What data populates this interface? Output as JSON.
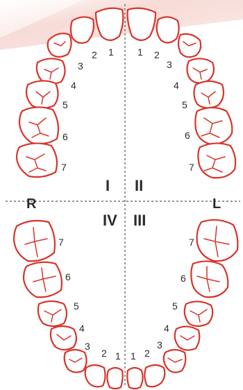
{
  "colors": {
    "outline": "#d8342a",
    "text": "#2b2b2b",
    "background_accent": "#f6d7d2"
  },
  "quadrants": [
    "I",
    "II",
    "III",
    "IV"
  ],
  "sides": {
    "right": "R",
    "left": "L"
  },
  "upper_right_numbers": [
    "1",
    "2",
    "3",
    "4",
    "5",
    "6",
    "7"
  ],
  "upper_left_numbers": [
    "1",
    "2",
    "3",
    "4",
    "5",
    "6",
    "7"
  ],
  "lower_left_numbers": [
    "1",
    "2",
    "3",
    "4",
    "5",
    "6",
    "7"
  ],
  "lower_right_numbers": [
    "1",
    "2",
    "3",
    "4",
    "5",
    "6",
    "7"
  ]
}
